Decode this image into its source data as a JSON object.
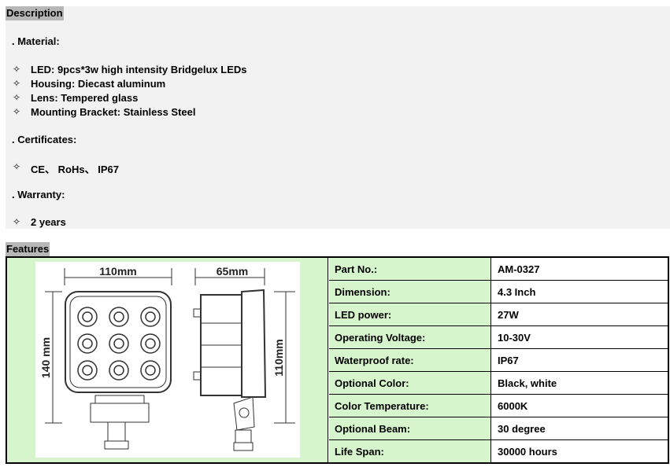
{
  "description": {
    "heading": "Description",
    "material_title": ". Material:",
    "material_items": [
      "LED: 9pcs*3w high intensity Bridgelux LEDs",
      "Housing: Diecast aluminum",
      "Lens: Tempered glass",
      "Mounting Bracket: Stainless Steel"
    ],
    "certificates_title": ". Certificates:",
    "certificates_items": [
      "CE、 RoHs、 IP67"
    ],
    "warranty_title": ". Warranty:",
    "warranty_items": [
      "2 years"
    ],
    "bullet_glyph": "✧"
  },
  "features": {
    "heading": "Features",
    "drawing": {
      "width_label": "110mm",
      "depth_label": "65mm",
      "height_label": "140 mm",
      "side_height_label": "110mm"
    },
    "specs": [
      {
        "label": "Part No.:",
        "value": "AM-0327"
      },
      {
        "label": "Dimension:",
        "value": "4.3 Inch"
      },
      {
        "label": "LED power:",
        "value": "27W"
      },
      {
        "label": "Operating Voltage:",
        "value": "10-30V"
      },
      {
        "label": "Waterproof rate:",
        "value": "IP67"
      },
      {
        "label": "Optional Color:",
        "value": "Black, white"
      },
      {
        "label": "Color Temperature:",
        "value": "6000K"
      },
      {
        "label": "Optional Beam:",
        "value": "30 degree"
      },
      {
        "label": "Life Span:",
        "value": "30000 hours"
      }
    ]
  },
  "colors": {
    "heading_bg": "#b7b7b7",
    "desc_bg": "#f2f2f2",
    "label_bg": "#d6f5cc"
  }
}
